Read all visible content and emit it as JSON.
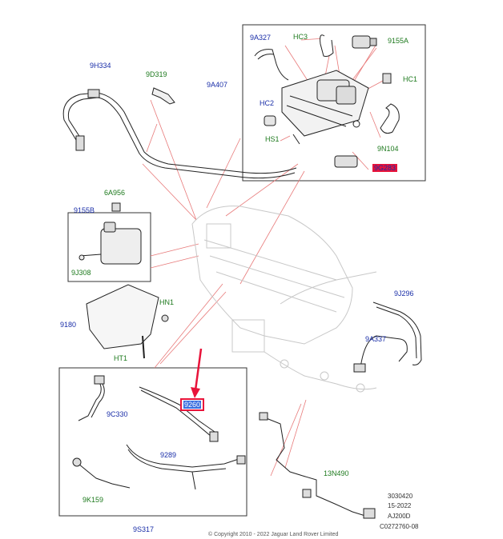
{
  "labels": {
    "l_9A327": "9A327",
    "l_HC3": "HC3",
    "l_9155A": "9155A",
    "l_9A407": "9A407",
    "l_HC1": "HC1",
    "l_HC2": "HC2",
    "l_HS1": "HS1",
    "l_9N104": "9N104",
    "l_9G283": "9G283",
    "l_9H334": "9H334",
    "l_9D319": "9D319",
    "l_6A956": "6A956",
    "l_9155B": "9155B",
    "l_9J308": "9J308",
    "l_HN1": "HN1",
    "l_9180": "9180",
    "l_HT1": "HT1",
    "l_9J296": "9J296",
    "l_9A337": "9A337",
    "l_9C330": "9C330",
    "l_9260": "9260",
    "l_9289": "9289",
    "l_9K159": "9K159",
    "l_9S317": "9S317",
    "l_13N490": "13N490"
  },
  "footer": {
    "code1": "3030420",
    "code2": "15-2022",
    "code3": "AJ200D",
    "code4": "C0272760-08",
    "copyright": "© Copyright 2010 - 2022 Jaguar Land Rover Limited"
  },
  "colors": {
    "label_blue": "#1a2ea8",
    "label_green": "#1e7a1e",
    "highlight_red": "#e8133a",
    "leader_line": "#e87a7a"
  }
}
